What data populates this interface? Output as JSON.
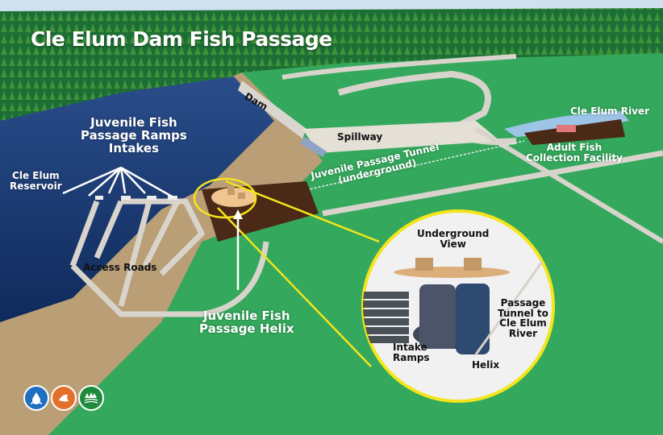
{
  "title": "Cle Elum Dam Fish Passage",
  "labels": {
    "intakes": [
      "Juvenile Fish",
      "Passage Ramps",
      "Intakes"
    ],
    "reservoir": [
      "Cle Elum",
      "Reservoir"
    ],
    "dam": "Dam",
    "spillway": "Spillway",
    "tunnel": [
      "Juvenile Passage Tunnel",
      "(underground)"
    ],
    "river": "Cle Elum River",
    "adult_facility": [
      "Adult Fish",
      "Collection Facility"
    ],
    "access_roads": "Access Roads",
    "helix_main": [
      "Juvenile Fish",
      "Passage Helix"
    ]
  },
  "inset": {
    "title": [
      "Underground",
      "View"
    ],
    "intake_ramps": [
      "Intake",
      "Ramps"
    ],
    "helix": "Helix",
    "tunnel": [
      "Passage",
      "Tunnel to",
      "Cle Elum",
      "River"
    ]
  },
  "logos": [
    {
      "name": "water-drop-icon",
      "color": "#1f6fc0"
    },
    {
      "name": "fish-icon",
      "color": "#e2702a"
    },
    {
      "name": "forest-field-icon",
      "color": "#1e8a3c"
    }
  ],
  "colors": {
    "sky": "#cfe0ef",
    "forest": "#1f7a3a",
    "grass": "#34a85c",
    "reservoir": "#1c3f7a",
    "shore": "#b99e76",
    "road": "#d8d4cc",
    "dirt": "#4a2a16",
    "callout": "#f5e51a",
    "river": "#9cc4e6"
  }
}
